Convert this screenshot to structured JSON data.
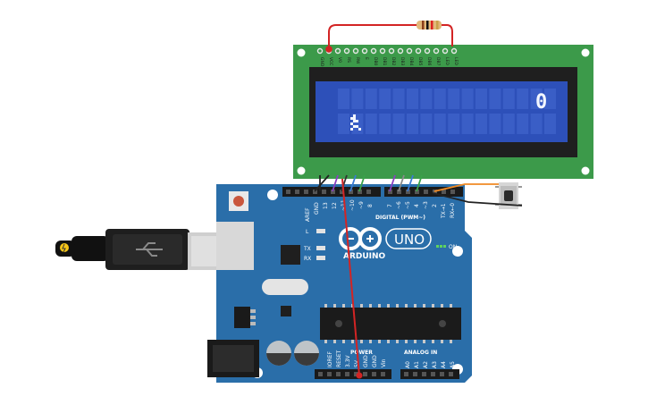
{
  "board": {
    "brand": "ARDUINO",
    "model": "UNO",
    "on_label": "ON",
    "aref": "AREF",
    "gnd": "GND",
    "digital_header": "DIGITAL (PWM~)",
    "digital_pins": [
      "13",
      "12",
      "~11",
      "~10",
      "~9",
      "8",
      "7",
      "~6",
      "~5",
      "4",
      "~3",
      "2",
      "TX→1",
      "RX←0"
    ],
    "led_l": "L",
    "led_tx": "TX",
    "led_rx": "RX",
    "power_header": "POWER",
    "analog_header": "ANALOG IN",
    "power_pins": [
      "IOREF",
      "RESET",
      "3.3V",
      "5V",
      "GND",
      "GND",
      "Vin"
    ],
    "analog_pins": [
      "A0",
      "A1",
      "A2",
      "A3",
      "A4",
      "A5"
    ]
  },
  "lcd": {
    "pin_labels": [
      "GND",
      "VCC",
      "V0",
      "RS",
      "RW",
      "E",
      "DB0",
      "DB1",
      "DB2",
      "DB3",
      "DB4",
      "DB5",
      "DB6",
      "DB7",
      "LED",
      "LED"
    ],
    "row1_text": "0",
    "row2_char": "character-sprite"
  },
  "colors": {
    "board_blue": "#2a6ea9",
    "lcd_pcb": "#3c9a4a",
    "lcd_screen": "#2d50b9",
    "wire_red": "#d32424",
    "wire_orange": "#f08a24",
    "wire_black": "#222222"
  }
}
